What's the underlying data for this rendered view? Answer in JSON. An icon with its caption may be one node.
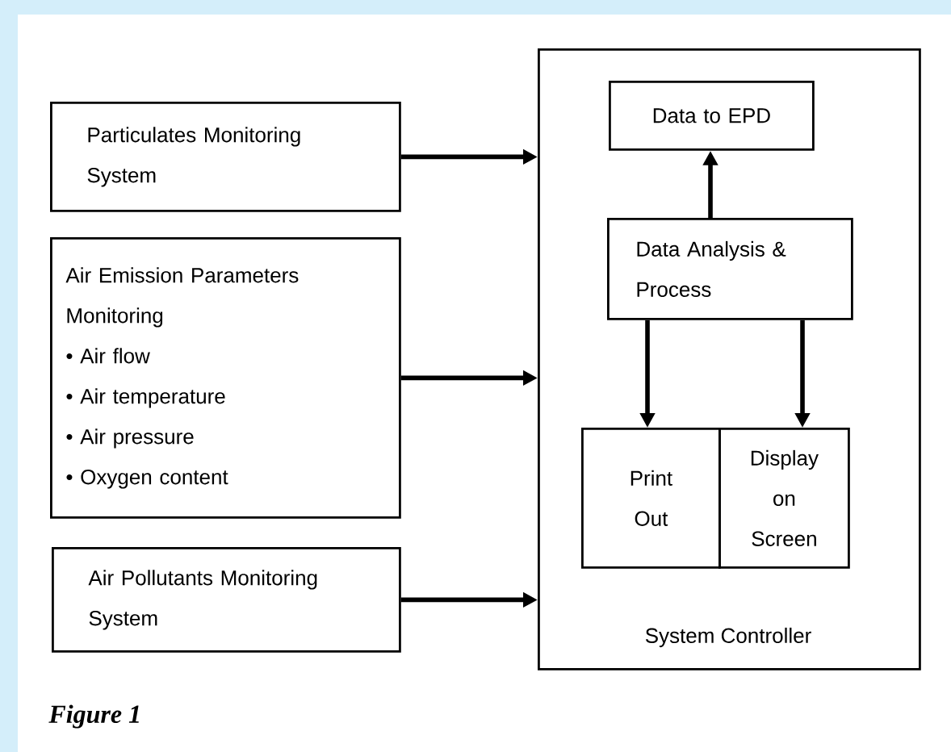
{
  "diagram": {
    "caption": "Figure 1",
    "nodes": [
      {
        "text": [
          "System Controller"
        ]
      },
      {
        "text": [
          "Data to EPD"
        ],
        "in": 0
      },
      {
        "text": [
          "Data Analysis & Process"
        ],
        "in": 0
      },
      {
        "text": [
          "Print Out"
        ],
        "in": 0
      },
      {
        "text": [
          "Display on Screen"
        ],
        "in": 0
      },
      {
        "text": [
          "Particulates Monitoring System"
        ]
      },
      {
        "text": [
          "Air Emission Parameters Monitoring",
          "• Air flow",
          "• Air temperature",
          "• Air pressure",
          "• Oxygen content"
        ]
      },
      {
        "text": [
          "Air Pollutants Monitoring System"
        ]
      }
    ],
    "edges": [
      {
        "from": 5,
        "to": 0,
        "arrow": "to"
      },
      {
        "from": 6,
        "to": 0,
        "arrow": "to"
      },
      {
        "from": 7,
        "to": 0,
        "arrow": "to"
      },
      {
        "from": 2,
        "to": 1,
        "arrow": "to"
      },
      {
        "from": 2,
        "to": 3,
        "arrow": "to"
      },
      {
        "from": 2,
        "to": 4,
        "arrow": "to"
      }
    ]
  }
}
